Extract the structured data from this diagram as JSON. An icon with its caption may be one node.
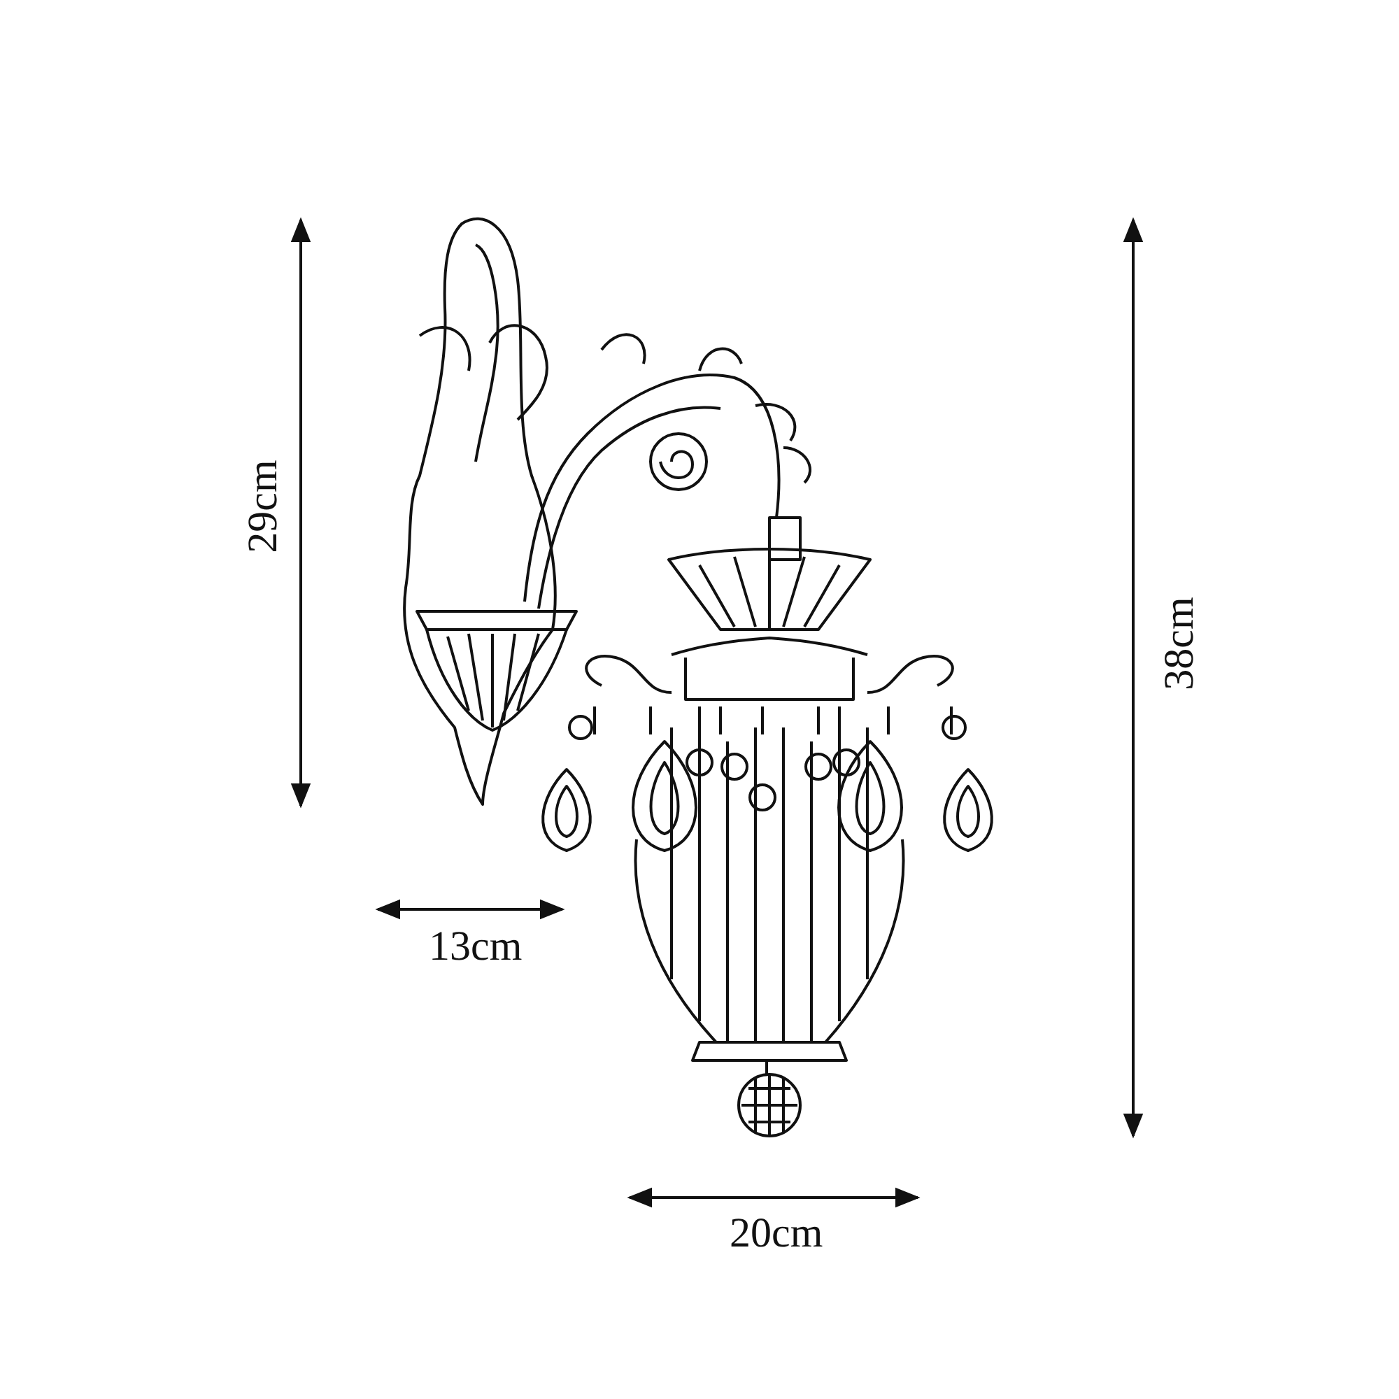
{
  "diagram": {
    "labels": [
      "29cm",
      "38cm",
      "13cm",
      "20cm"
    ]
  }
}
